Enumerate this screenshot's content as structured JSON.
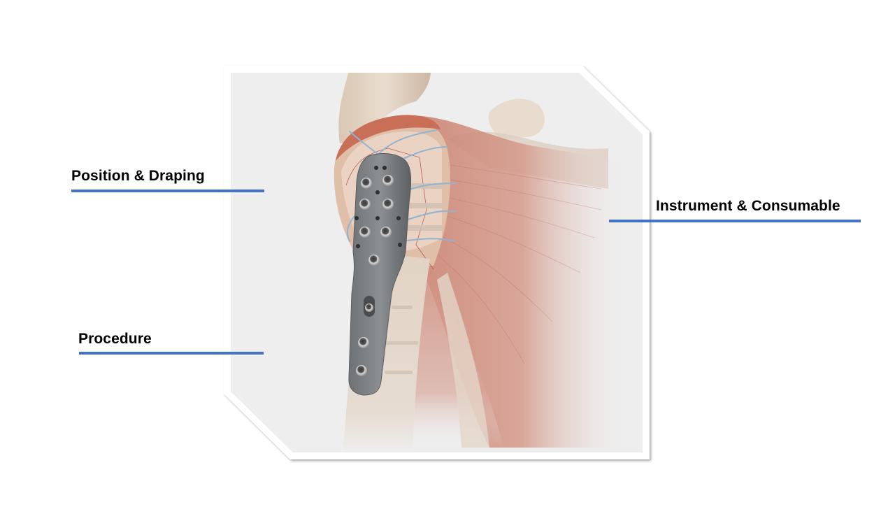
{
  "slide": {
    "background": "#ffffff",
    "accent_color": "#4472c4",
    "frame": {
      "outer_color": "#ffffff",
      "inner_color": "#eeeeee",
      "shadow_color": "#9a9a9a"
    },
    "image": {
      "subject": "shoulder-anatomy-illustration",
      "description": "Proximal humerus with locking plate and screws, sutures through rotator cuff, deltoid muscle"
    },
    "labels": [
      {
        "id": "position-draping",
        "text": "Position & Draping"
      },
      {
        "id": "procedure",
        "text": "Procedure"
      },
      {
        "id": "instrument-consumable",
        "text": "Instrument & Consumable"
      }
    ]
  }
}
